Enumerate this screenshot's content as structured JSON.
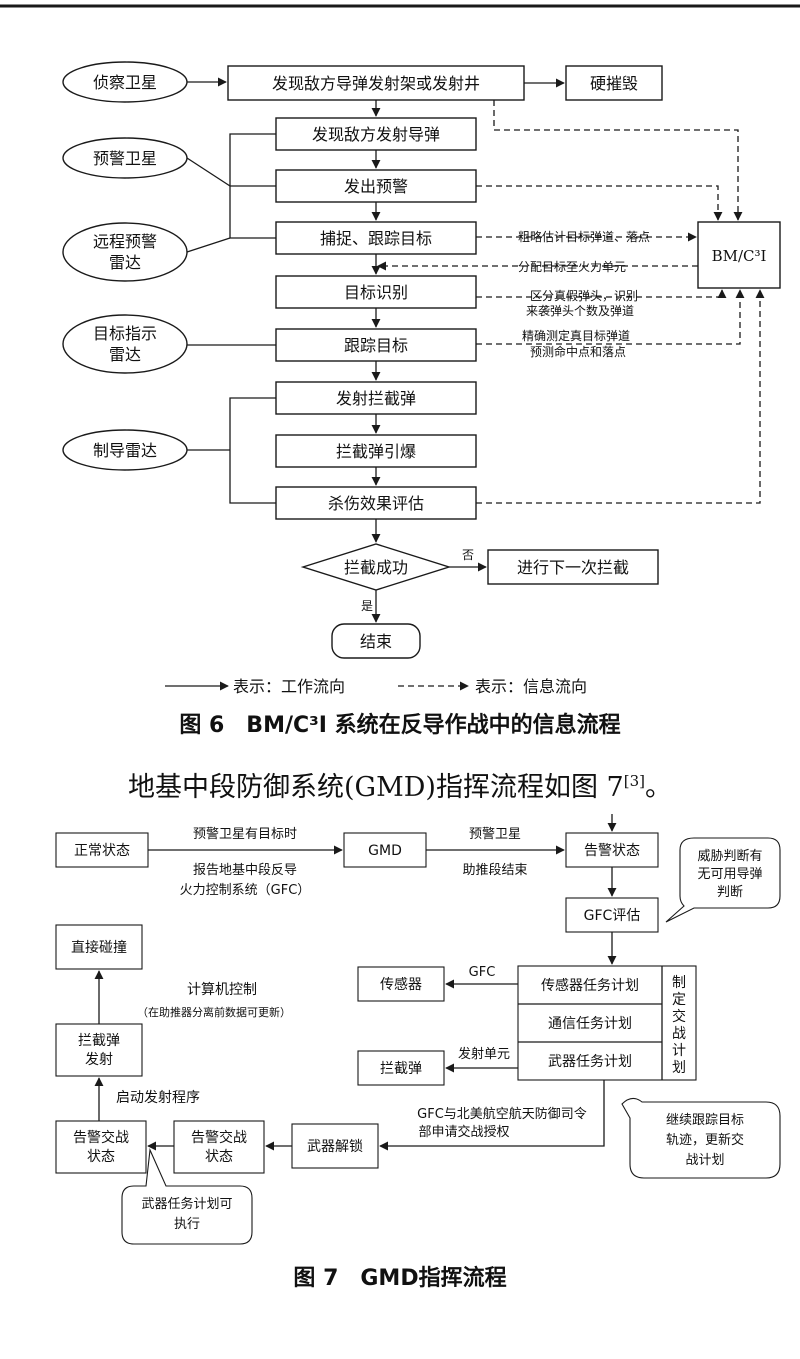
{
  "fig6": {
    "nodes": {
      "recon_sat": "侦察卫星",
      "find_launcher": "发现敌方导弹发射架或发射井",
      "hard_kill": "硬摧毁",
      "find_launch": "发现敌方发射导弹",
      "warning_sat": "预警卫星",
      "issue_warning": "发出预警",
      "long_radar_1": "远程预警",
      "long_radar_2": "雷达",
      "capture_track": "捕捉、跟踪目标",
      "bmc3i": "BM/C³I",
      "target_id": "目标识别",
      "target_radar_1": "目标指示",
      "target_radar_2": "雷达",
      "track_target": "跟踪目标",
      "launch_interceptor": "发射拦截弹",
      "guide_radar": "制导雷达",
      "interceptor_detonate": "拦截弹引爆",
      "kill_assess": "杀伤效果评估",
      "intercept_success": "拦截成功",
      "next_intercept": "进行下一次拦截",
      "end": "结束"
    },
    "edge_labels": {
      "estimate": "粗略估计目标弹道、落点",
      "assign": "分配目标至火力单元",
      "discriminate_1": "区分真假弹头，识别",
      "discriminate_2": "来袭弹头个数及弹道",
      "precise_1": "精确测定真目标弹道",
      "precise_2": "预测命中点和落点",
      "no": "否",
      "yes": "是"
    },
    "legend": {
      "work_flow": "表示：工作流向",
      "info_flow": "表示：信息流向"
    },
    "caption": "图 6　BM/C³I 系统在反导作战中的信息流程"
  },
  "body_text": "地基中段防御系统(GMD)指挥流程如图 7",
  "citation": "[3]",
  "period": "。",
  "fig7": {
    "nodes": {
      "normal": "正常状态",
      "gmd": "GMD",
      "alert": "告警状态",
      "gfc_eval": "GFC评估",
      "threat_1": "威胁判断有",
      "threat_2": "无可用导弹",
      "threat_3": "判断",
      "direct_hit": "直接碰撞",
      "sensor": "传感器",
      "sensor_plan": "传感器任务计划",
      "comm_plan": "通信任务计划",
      "weapon_plan": "武器任务计划",
      "make_plan_1": "制",
      "make_plan_2": "定",
      "make_plan_3": "交",
      "make_plan_4": "战",
      "make_plan_5": "计",
      "make_plan_6": "划",
      "interceptor": "拦截弹",
      "int_launch_1": "拦截弹",
      "int_launch_2": "发射",
      "engage_state_1": "告警交战",
      "engage_state_2": "状态",
      "alert_engage_1": "告警交战",
      "alert_engage_2": "状态",
      "weapon_unlock": "武器解锁",
      "continue_1": "继续跟踪目标",
      "continue_2": "轨迹，更新交",
      "continue_3": "战计划",
      "executable_1": "武器任务计划可",
      "executable_2": "执行"
    },
    "edge_labels": {
      "warn_has_target": "预警卫星有目标时",
      "report_1": "报告地基中段反导",
      "report_2": "火力控制系统（GFC）",
      "warn_sat": "预警卫星",
      "boost_end": "助推段结束",
      "gfc": "GFC",
      "computer_ctrl": "计算机控制",
      "update_note": "（在助推器分离前数据可更新）",
      "launch_unit": "发射单元",
      "start_launch": "启动发射程序",
      "request_1": "GFC与北美航空航天防御司令",
      "request_2": "部申请交战授权"
    },
    "caption": "图 7　GMD指挥流程"
  }
}
